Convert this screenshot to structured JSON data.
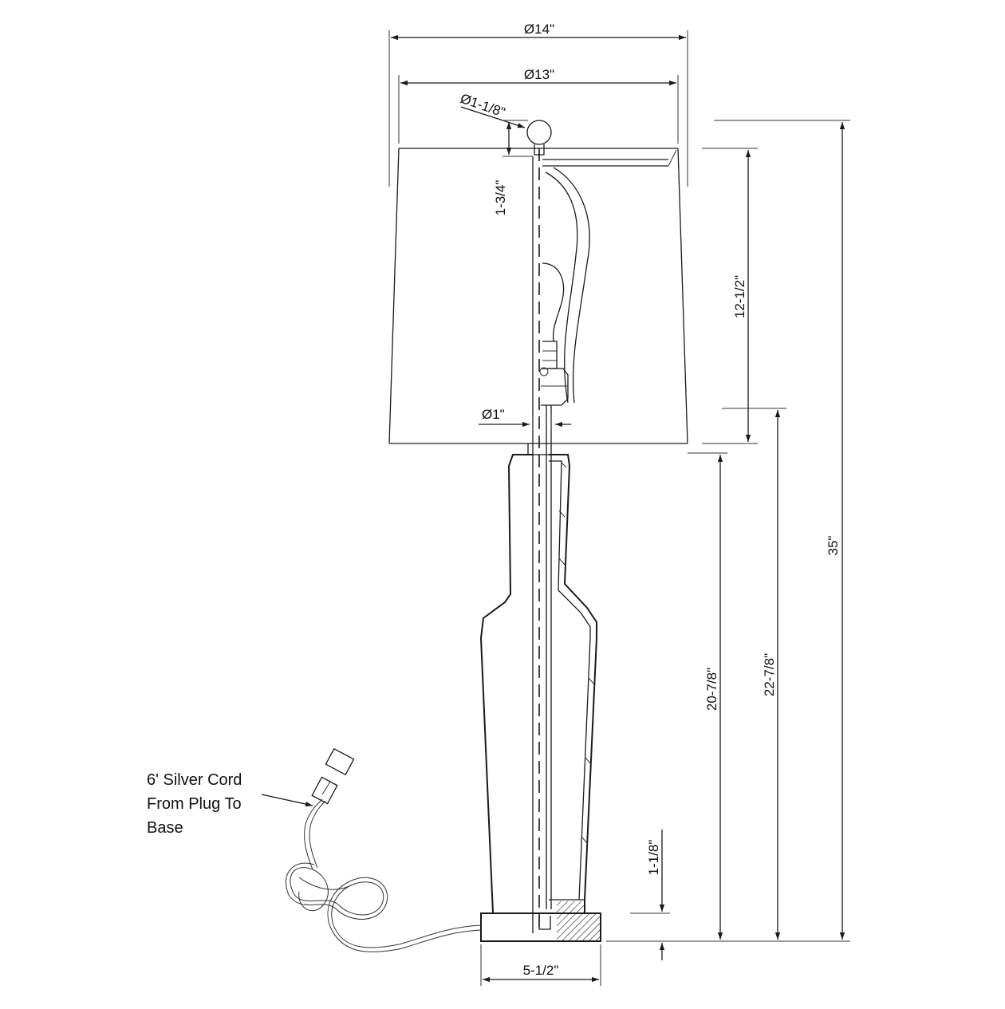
{
  "dimensions": {
    "shade_top_outer_diameter": "Ø14\"",
    "shade_top_inner_diameter": "Ø13\"",
    "finial_diameter": "Ø1-1/8\"",
    "finial_height": "1-3/4\"",
    "shade_height": "12-1/2\"",
    "total_height": "35\"",
    "stem_diameter": "Ø1\"",
    "body_height": "20-7/8\"",
    "base_to_shade_height": "22-7/8\"",
    "base_plinth_height": "1-1/8\"",
    "base_width": "5-1/2\""
  },
  "cord_note": [
    "6' Silver Cord",
    "From Plug To",
    "Base"
  ],
  "colors": {
    "line": "#1a1a1a",
    "background": "#ffffff"
  }
}
